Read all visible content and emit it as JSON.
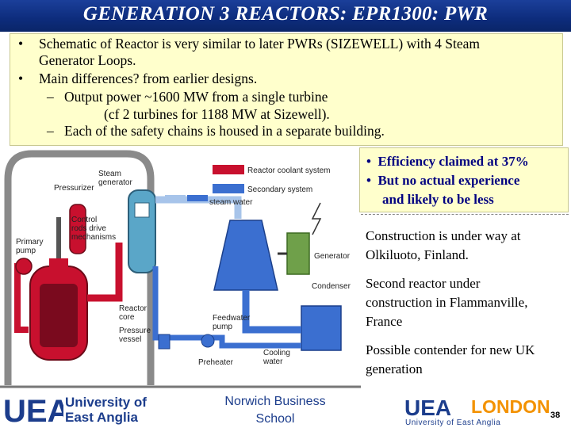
{
  "slide": {
    "title": "GENERATION 3 REACTORS: EPR1300:  PWR",
    "page_number": "38"
  },
  "bullets": {
    "b1_line1": "Schematic of Reactor is very similar to later PWRs (SIZEWELL) with 4 Steam",
    "b1_line2": "Generator Loops.",
    "b2": "Main differences? from earlier designs.",
    "s1_line1": "Output power ~1600 MW from a single turbine",
    "s1_line2": "(cf 2 turbines for 1188 MW at Sizewell).",
    "s2": "Each of the safety chains is housed in a separate building."
  },
  "efficiency": {
    "e1": "Efficiency claimed at 37%",
    "e2_line1": "But no actual experience",
    "e2_line2": "and likely to be less"
  },
  "notes": {
    "construction_1": "Construction is under way at",
    "construction_2": "Olkiluoto, Finland.",
    "second_1": "Second reactor under",
    "second_2": "construction in Flammanville,",
    "second_3": "France",
    "contender_1": "Possible contender for new UK",
    "contender_2": "generation"
  },
  "diagram": {
    "steam_generator": "Steam\ngenerator",
    "pressurizer": "Pressurizer",
    "control_rods": "Control\nrods drive\nmechanisms",
    "primary_pump": "Primary\npump",
    "reactor_core": "Reactor\ncore",
    "pressure_vessel": "Pressure\nvessel",
    "feedwater_pump": "Feedwater\npump",
    "preheater": "Preheater",
    "cooling_water": "Cooling\nwater",
    "condenser": "Condenser",
    "generator": "Generator",
    "legend_reactor": "Reactor coolant system",
    "legend_secondary": "Secondary system",
    "legend_steam": "steam",
    "legend_water": "water"
  },
  "footer": {
    "uea_line1": "University of",
    "uea_line2": "East Anglia",
    "uea_logo": "UEA",
    "nbs_line1": "Norwich Business",
    "nbs_line2": "School",
    "london_logo": "UEA",
    "london_word": "LONDON",
    "london_sub": "University of East Anglia"
  },
  "colors": {
    "title_bar": "#0d2c7c",
    "bullet_bg": "#ffffcc",
    "reactor_red": "#c8102e",
    "secondary_blue": "#3b6fd0",
    "uea_blue": "#1c3d8c",
    "london_orange": "#f39200"
  }
}
